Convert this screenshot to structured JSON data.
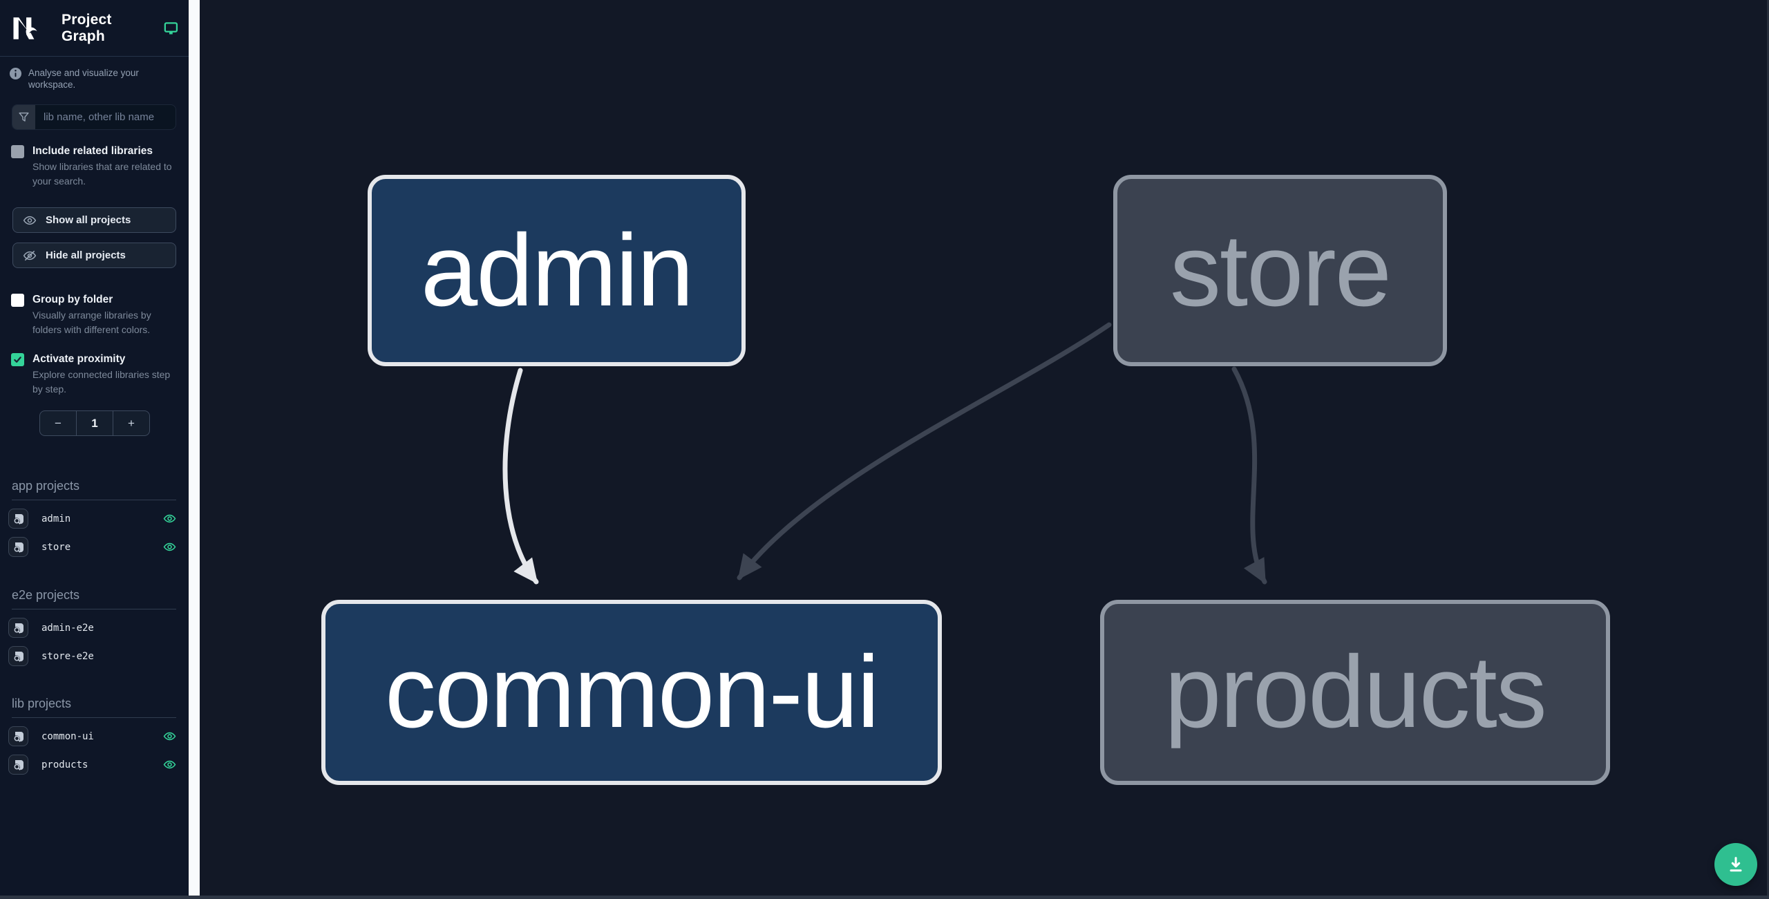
{
  "header": {
    "title": "Project Graph",
    "logo": "nx-logo",
    "icon": "monitor-icon",
    "accent_color": "#34d399"
  },
  "intro": {
    "icon": "info-icon",
    "text": "Analyse and visualize your workspace."
  },
  "search": {
    "icon": "funnel-icon",
    "placeholder": "lib name, other lib name",
    "value": ""
  },
  "filters": {
    "include_related": {
      "label": "Include related libraries",
      "description": "Show libraries that are related to your search.",
      "checked": false
    },
    "group_by_folder": {
      "label": "Group by folder",
      "description": "Visually arrange libraries by folders with different colors.",
      "checked": false
    },
    "activate_proximity": {
      "label": "Activate proximity",
      "description": "Explore connected libraries step by step.",
      "checked": true
    }
  },
  "actions": {
    "show_all": "Show all projects",
    "hide_all": "Hide all projects",
    "show_icon": "eye-icon",
    "hide_icon": "eye-off-icon"
  },
  "stepper": {
    "decrement": "−",
    "value": "1",
    "increment": "+"
  },
  "projects": {
    "app": {
      "title": "app projects",
      "items": [
        {
          "name": "admin",
          "visible": true
        },
        {
          "name": "store",
          "visible": true
        }
      ]
    },
    "e2e": {
      "title": "e2e projects",
      "items": [
        {
          "name": "admin-e2e"
        },
        {
          "name": "store-e2e"
        }
      ]
    },
    "lib": {
      "title": "lib projects",
      "items": [
        {
          "name": "common-ui",
          "visible": true
        },
        {
          "name": "products",
          "visible": true
        }
      ]
    }
  },
  "graph": {
    "nodes": [
      {
        "label": "admin",
        "state": "focused"
      },
      {
        "label": "store",
        "state": "dimmed"
      },
      {
        "label": "common-ui",
        "state": "focused"
      },
      {
        "label": "products",
        "state": "dimmed"
      }
    ],
    "edges": [
      {
        "from": "admin",
        "to": "common-ui",
        "style": "highlighted"
      },
      {
        "from": "store",
        "to": "common-ui",
        "style": "dimmed"
      },
      {
        "from": "store",
        "to": "products",
        "style": "dimmed"
      }
    ],
    "colors": {
      "focused_node_bg": "#1c3a5e",
      "focused_node_border": "#e5e7eb",
      "dimmed_node_bg": "#3b4250",
      "dimmed_node_border": "#8f97a3",
      "edge_highlighted": "#e5e7eb",
      "edge_dimmed": "#3d4452",
      "canvas_bg": "#121826",
      "sidebar_bg": "#0e1627"
    }
  },
  "fab": {
    "icon": "download-icon",
    "color": "#2fbf90"
  }
}
